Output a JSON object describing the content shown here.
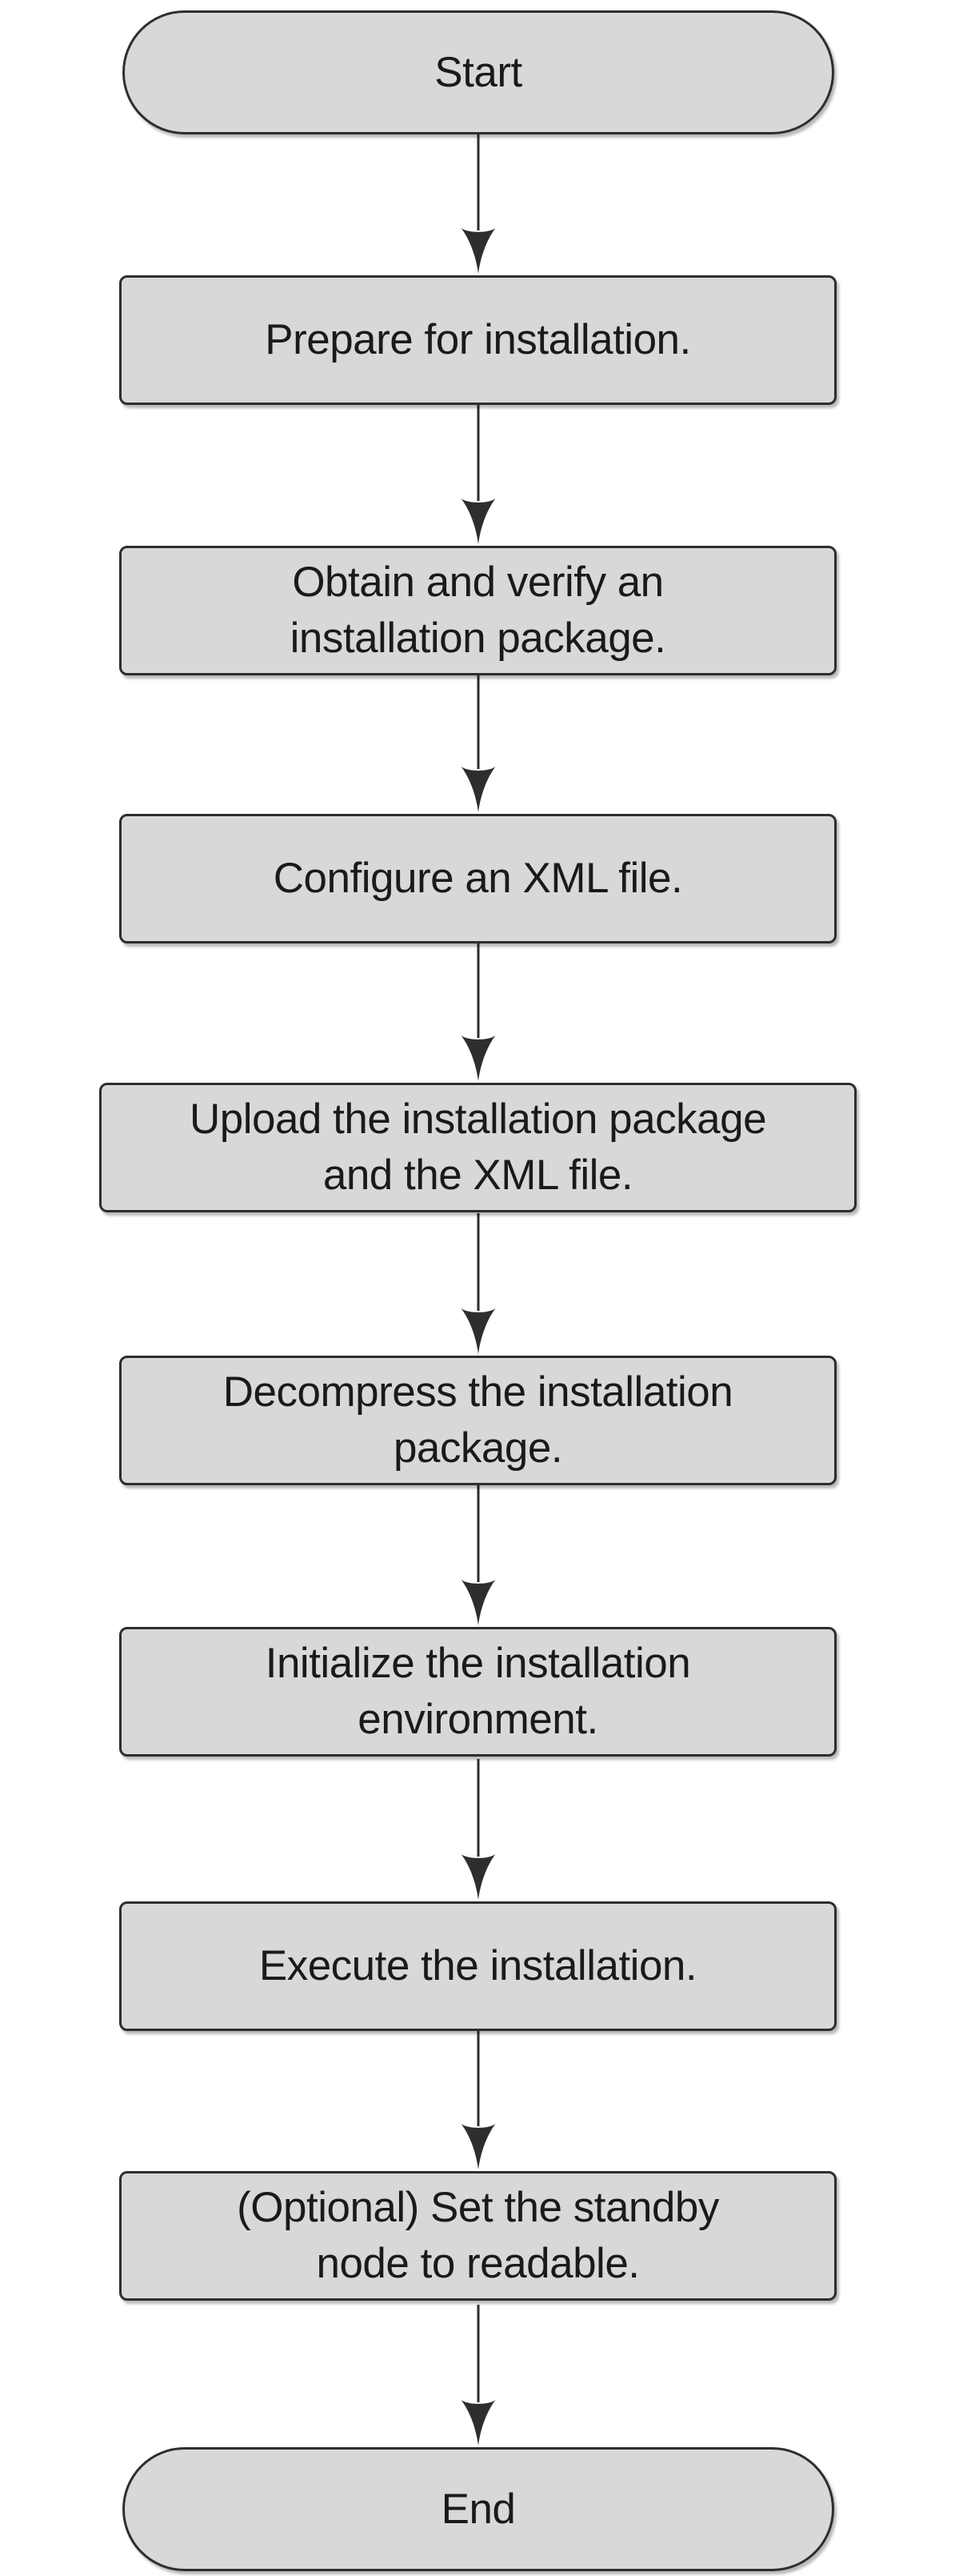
{
  "flowchart": {
    "nodes": [
      {
        "id": "start",
        "type": "terminator",
        "label": "Start"
      },
      {
        "id": "prepare",
        "type": "process",
        "label": "Prepare for installation."
      },
      {
        "id": "obtain",
        "type": "process",
        "label": "Obtain and verify an\ninstallation package."
      },
      {
        "id": "configure",
        "type": "process",
        "label": "Configure an XML file."
      },
      {
        "id": "upload",
        "type": "process",
        "label": "Upload the installation package\nand the XML file."
      },
      {
        "id": "decompress",
        "type": "process",
        "label": "Decompress the installation\npackage."
      },
      {
        "id": "initialize",
        "type": "process",
        "label": "Initialize the installation\nenvironment."
      },
      {
        "id": "execute",
        "type": "process",
        "label": "Execute the installation."
      },
      {
        "id": "optional",
        "type": "process",
        "label": "(Optional) Set the standby\nnode to readable."
      },
      {
        "id": "end",
        "type": "terminator",
        "label": "End"
      }
    ],
    "colors": {
      "canvas_bg": "#ffffff",
      "node_fill": "#d8d8d8",
      "node_border": "#2e2e2e",
      "arrow_color": "#2e2e2e",
      "text_color": "#1a1a1a"
    }
  }
}
